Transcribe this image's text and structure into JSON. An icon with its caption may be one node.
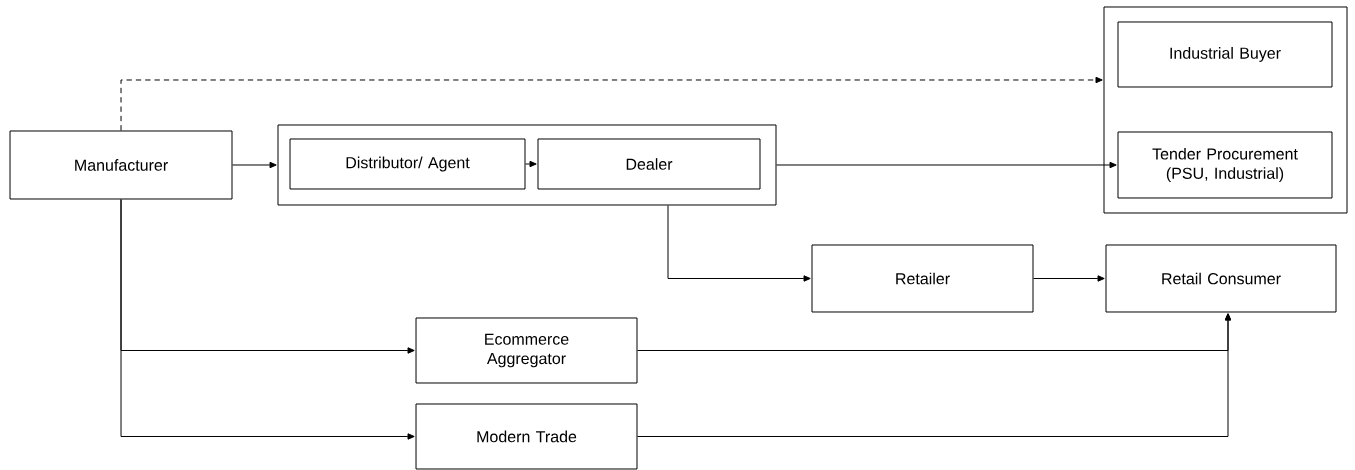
{
  "diagram": {
    "nodes": [
      {
        "text": [
          "Manufacturer"
        ]
      },
      {
        "text": [],
        "shape": "box"
      },
      {
        "text": [
          "Distributor/ Agent"
        ],
        "in": 1
      },
      {
        "text": [
          "Dealer"
        ],
        "in": 1
      },
      {
        "text": [],
        "shape": "box"
      },
      {
        "text": [
          "Industrial Buyer"
        ],
        "in": 4
      },
      {
        "text": [
          "Tender Procurement (PSU, Industrial)"
        ],
        "in": 4
      },
      {
        "text": [
          "Retailer"
        ]
      },
      {
        "text": [
          "Retail Consumer"
        ]
      },
      {
        "text": [
          "Ecommerce Aggregator"
        ]
      },
      {
        "text": [
          "Modern Trade"
        ]
      }
    ],
    "edges": [
      {
        "from": 0,
        "to": 1,
        "arrow": "to"
      },
      {
        "from": 2,
        "to": 3,
        "arrow": "to"
      },
      {
        "from": 1,
        "to": 6,
        "arrow": "to"
      },
      {
        "from": 0,
        "to": 4,
        "arrow": "to",
        "style": "dashed"
      },
      {
        "from": 1,
        "to": 7,
        "arrow": "to"
      },
      {
        "from": 7,
        "to": 8,
        "arrow": "to"
      },
      {
        "from": 0,
        "to": 9,
        "arrow": "to"
      },
      {
        "from": 0,
        "to": 10,
        "arrow": "to"
      },
      {
        "from": 9,
        "to": 8,
        "arrow": "to"
      },
      {
        "from": 10,
        "to": 8,
        "arrow": "to"
      }
    ]
  }
}
